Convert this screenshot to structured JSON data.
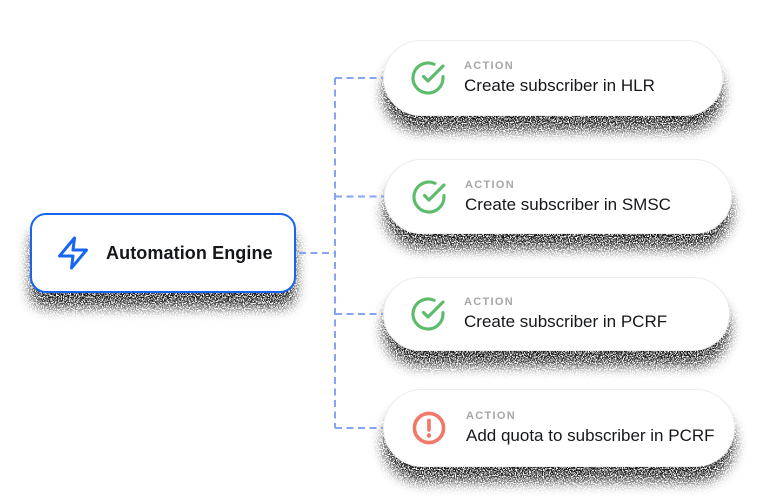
{
  "diagram": {
    "background_color": "#ffffff",
    "engine": {
      "label": "Automation Engine",
      "icon": "zap-icon",
      "icon_color": "#1765F0",
      "border_color": "#1765F0"
    },
    "connector": {
      "style": "dashed",
      "color": "#85A6EF"
    },
    "cards": [
      {
        "kicker": "ACTION",
        "title": "Create subscriber in HLR",
        "icon": "check-circle-icon",
        "status": "success",
        "icon_color": "#5CBC6C"
      },
      {
        "kicker": "ACTION",
        "title": "Create subscriber in SMSC",
        "icon": "check-circle-icon",
        "status": "success",
        "icon_color": "#5CBC6C"
      },
      {
        "kicker": "ACTION",
        "title": "Create subscriber in PCRF",
        "icon": "check-circle-icon",
        "status": "success",
        "icon_color": "#5CBC6C"
      },
      {
        "kicker": "ACTION",
        "title": "Add quota to subscriber in PCRF",
        "icon": "alert-circle-icon",
        "status": "warning",
        "icon_color": "#F0796A"
      }
    ],
    "colors": {
      "title_text": "#15171B",
      "kicker_text": "#A6A6A9",
      "shadow": "#000000"
    }
  }
}
